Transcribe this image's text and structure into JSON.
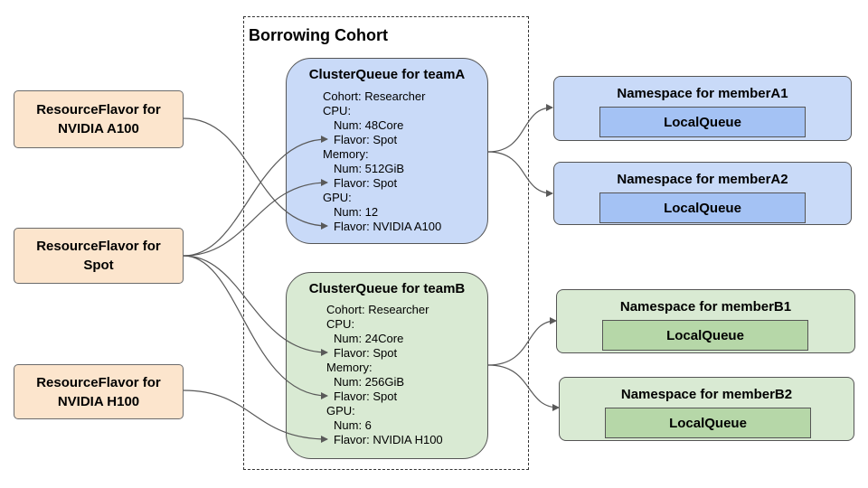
{
  "cohort": {
    "title": "Borrowing Cohort"
  },
  "resource_flavors": [
    {
      "line1": "ResourceFlavor for",
      "line2": "NVIDIA A100"
    },
    {
      "line1": "ResourceFlavor for",
      "line2": "Spot"
    },
    {
      "line1": "ResourceFlavor for",
      "line2": "NVIDIA H100"
    }
  ],
  "cluster_queues": [
    {
      "title": "ClusterQueue for teamA",
      "lines": [
        "Cohort: Researcher",
        "CPU:",
        "  Num: 48Core",
        "  Flavor: Spot",
        "Memory:",
        "  Num: 512GiB",
        "  Flavor: Spot",
        "GPU:",
        "  Num: 12",
        "  Flavor: NVIDIA A100"
      ]
    },
    {
      "title": "ClusterQueue for teamB",
      "lines": [
        "Cohort: Researcher",
        "CPU:",
        "  Num: 24Core",
        "  Flavor: Spot",
        "Memory:",
        "  Num: 256GiB",
        "  Flavor: Spot",
        "GPU:",
        "  Num: 6",
        "  Flavor: NVIDIA H100"
      ]
    }
  ],
  "namespaces": [
    {
      "title": "Namespace for memberA1",
      "queue": "LocalQueue"
    },
    {
      "title": "Namespace for memberA2",
      "queue": "LocalQueue"
    },
    {
      "title": "Namespace for memberB1",
      "queue": "LocalQueue"
    },
    {
      "title": "Namespace for memberB2",
      "queue": "LocalQueue"
    }
  ],
  "colors": {
    "resource_flavor": "#fce5cd",
    "team_a": "#c9daf8",
    "team_a_queue": "#a4c2f4",
    "team_b": "#d9ead3",
    "team_b_queue": "#b6d7a8",
    "connector": "#595959"
  }
}
